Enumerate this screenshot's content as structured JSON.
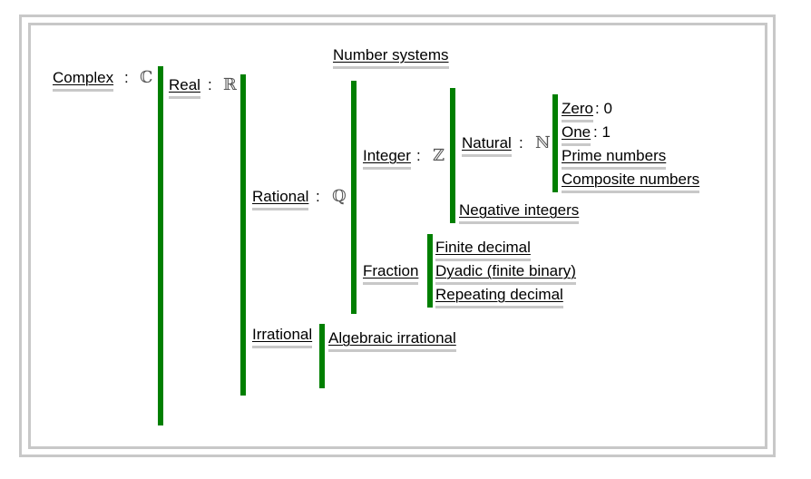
{
  "title": "Number systems",
  "nodes": {
    "complex": {
      "label": "Complex",
      "sep": ":",
      "symbol": "ℂ"
    },
    "real": {
      "label": "Real",
      "sep": ":",
      "symbol": "ℝ"
    },
    "rational": {
      "label": "Rational",
      "sep": ":",
      "symbol": "ℚ"
    },
    "irrational": {
      "label": "Irrational"
    },
    "algebraic_irrational": {
      "label": "Algebraic irrational"
    },
    "integer": {
      "label": "Integer",
      "sep": ":",
      "symbol": "ℤ"
    },
    "fraction": {
      "label": "Fraction"
    },
    "natural": {
      "label": "Natural",
      "sep": ":",
      "symbol": "ℕ"
    },
    "negative_integers": {
      "label": "Negative integers"
    },
    "zero": {
      "label": "Zero",
      "value": ": 0"
    },
    "one": {
      "label": "One",
      "value": ": 1"
    },
    "prime": {
      "label": "Prime numbers"
    },
    "composite": {
      "label": "Composite numbers"
    },
    "finite_decimal": {
      "label": "Finite decimal"
    },
    "dyadic": {
      "label": "Dyadic (finite binary)"
    },
    "repeating_decimal": {
      "label": "Repeating decimal"
    }
  },
  "colors": {
    "bar": "#007f00",
    "frame": "#c8c8c8",
    "underline": "#c8c8c8"
  }
}
